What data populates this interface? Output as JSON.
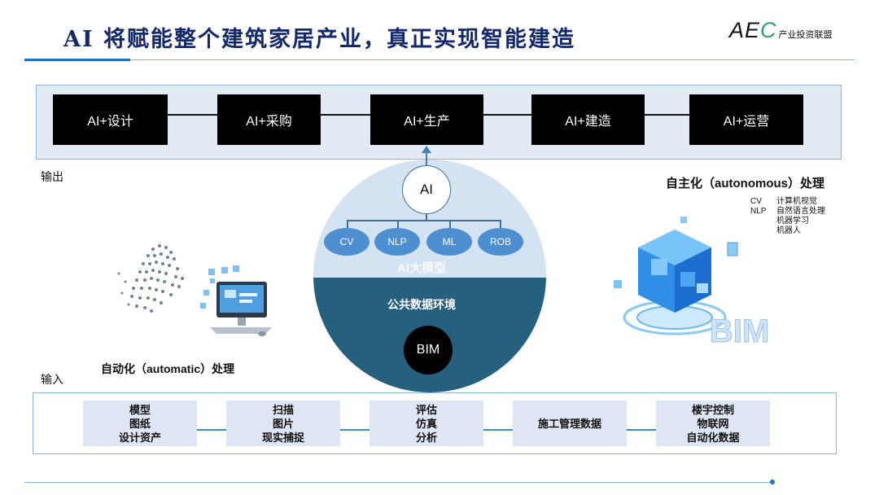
{
  "header": {
    "title": "AI 将赋能整个建筑家居产业，真正实现智能建造",
    "logo_main": "AE",
    "logo_c": "C",
    "logo_sub": "产业投资联盟"
  },
  "output": {
    "label": "输出",
    "stages": [
      "AI+设计",
      "AI+采购",
      "AI+生产",
      "AI+建造",
      "AI+运营"
    ]
  },
  "center": {
    "ai": "AI",
    "branches": [
      "CV",
      "NLP",
      "ML",
      "ROB"
    ],
    "ai_large_model": "AI大模型",
    "public_data": "公共数据环境",
    "bim": "BIM"
  },
  "right": {
    "title": "自主化（autonomous）处理",
    "items": [
      {
        "abbr": "CV",
        "desc": "计算机视觉"
      },
      {
        "abbr": "NLP",
        "desc": "自然语言处理"
      },
      {
        "abbr": "",
        "desc": "机器学习"
      },
      {
        "abbr": "",
        "desc": "机器人"
      }
    ],
    "illustration_text": "BIM"
  },
  "left": {
    "title": "自动化（automatic）处理"
  },
  "input": {
    "label": "输入",
    "boxes": [
      {
        "lines": [
          "模型",
          "图纸",
          "设计资产"
        ]
      },
      {
        "lines": [
          "扫描",
          "图片",
          "现实捕捉"
        ]
      },
      {
        "lines": [
          "评估",
          "仿真",
          "分析"
        ]
      },
      {
        "lines": [
          "施工管理数据"
        ]
      },
      {
        "lines": [
          "楼宇控制",
          "物联网",
          "自动化数据"
        ]
      }
    ]
  }
}
